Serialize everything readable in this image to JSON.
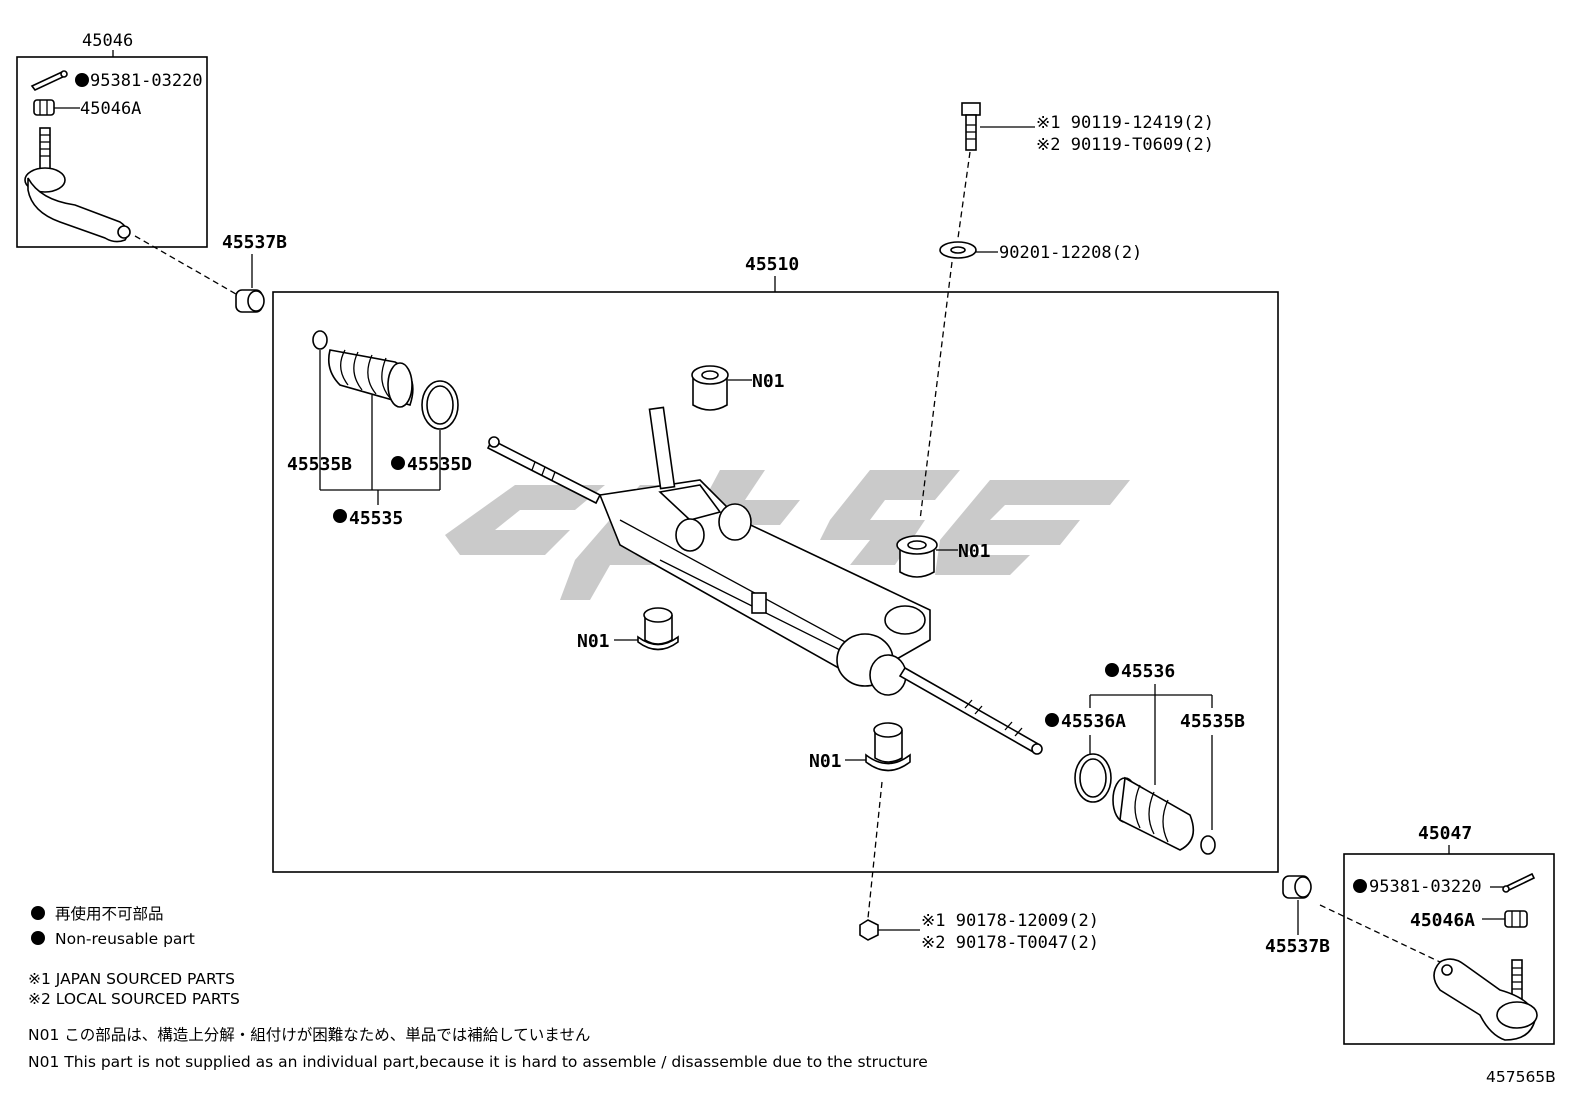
{
  "assembly": {
    "main_label": "45510",
    "left_end": {
      "box_label": "45046",
      "cotter_pin": "95381-03220",
      "nut": "45046A",
      "bushing": "45537B"
    },
    "right_end": {
      "box_label": "45047",
      "cotter_pin": "95381-03220",
      "nut": "45046A",
      "bushing": "45537B"
    },
    "left_boot": {
      "clamp": "45535B",
      "ring": "45535D",
      "kit": "45535"
    },
    "right_boot": {
      "kit": "45536",
      "ring": "45536A",
      "clamp": "45535B"
    },
    "mount_labels": [
      "N01",
      "N01",
      "N01",
      "N01"
    ],
    "bolt": {
      "line1": "※1 90119-12419(2)",
      "line2": "※2 90119-T0609(2)"
    },
    "washer": "90201-12208(2)",
    "nut_bottom": {
      "line1": "※1 90178-12009(2)",
      "line2": "※2 90178-T0047(2)"
    }
  },
  "legend": {
    "nonreusable_jp": "再使用不可部品",
    "nonreusable_en": "Non-reusable part",
    "japan_sourced": "※1 JAPAN SOURCED PARTS",
    "local_sourced": "※2 LOCAL SOURCED PARTS",
    "n01_note_jp": "N01 この部品は、構造上分解・組付けが困難なため、単品では補給していません",
    "n01_note_en": "N01 This part is not supplied as an individual part,because it is hard to assemble / disassemble due to the structure"
  },
  "figure_id": "457565B",
  "colors": {
    "line": "#000000",
    "watermark": "#b8b8b8"
  }
}
